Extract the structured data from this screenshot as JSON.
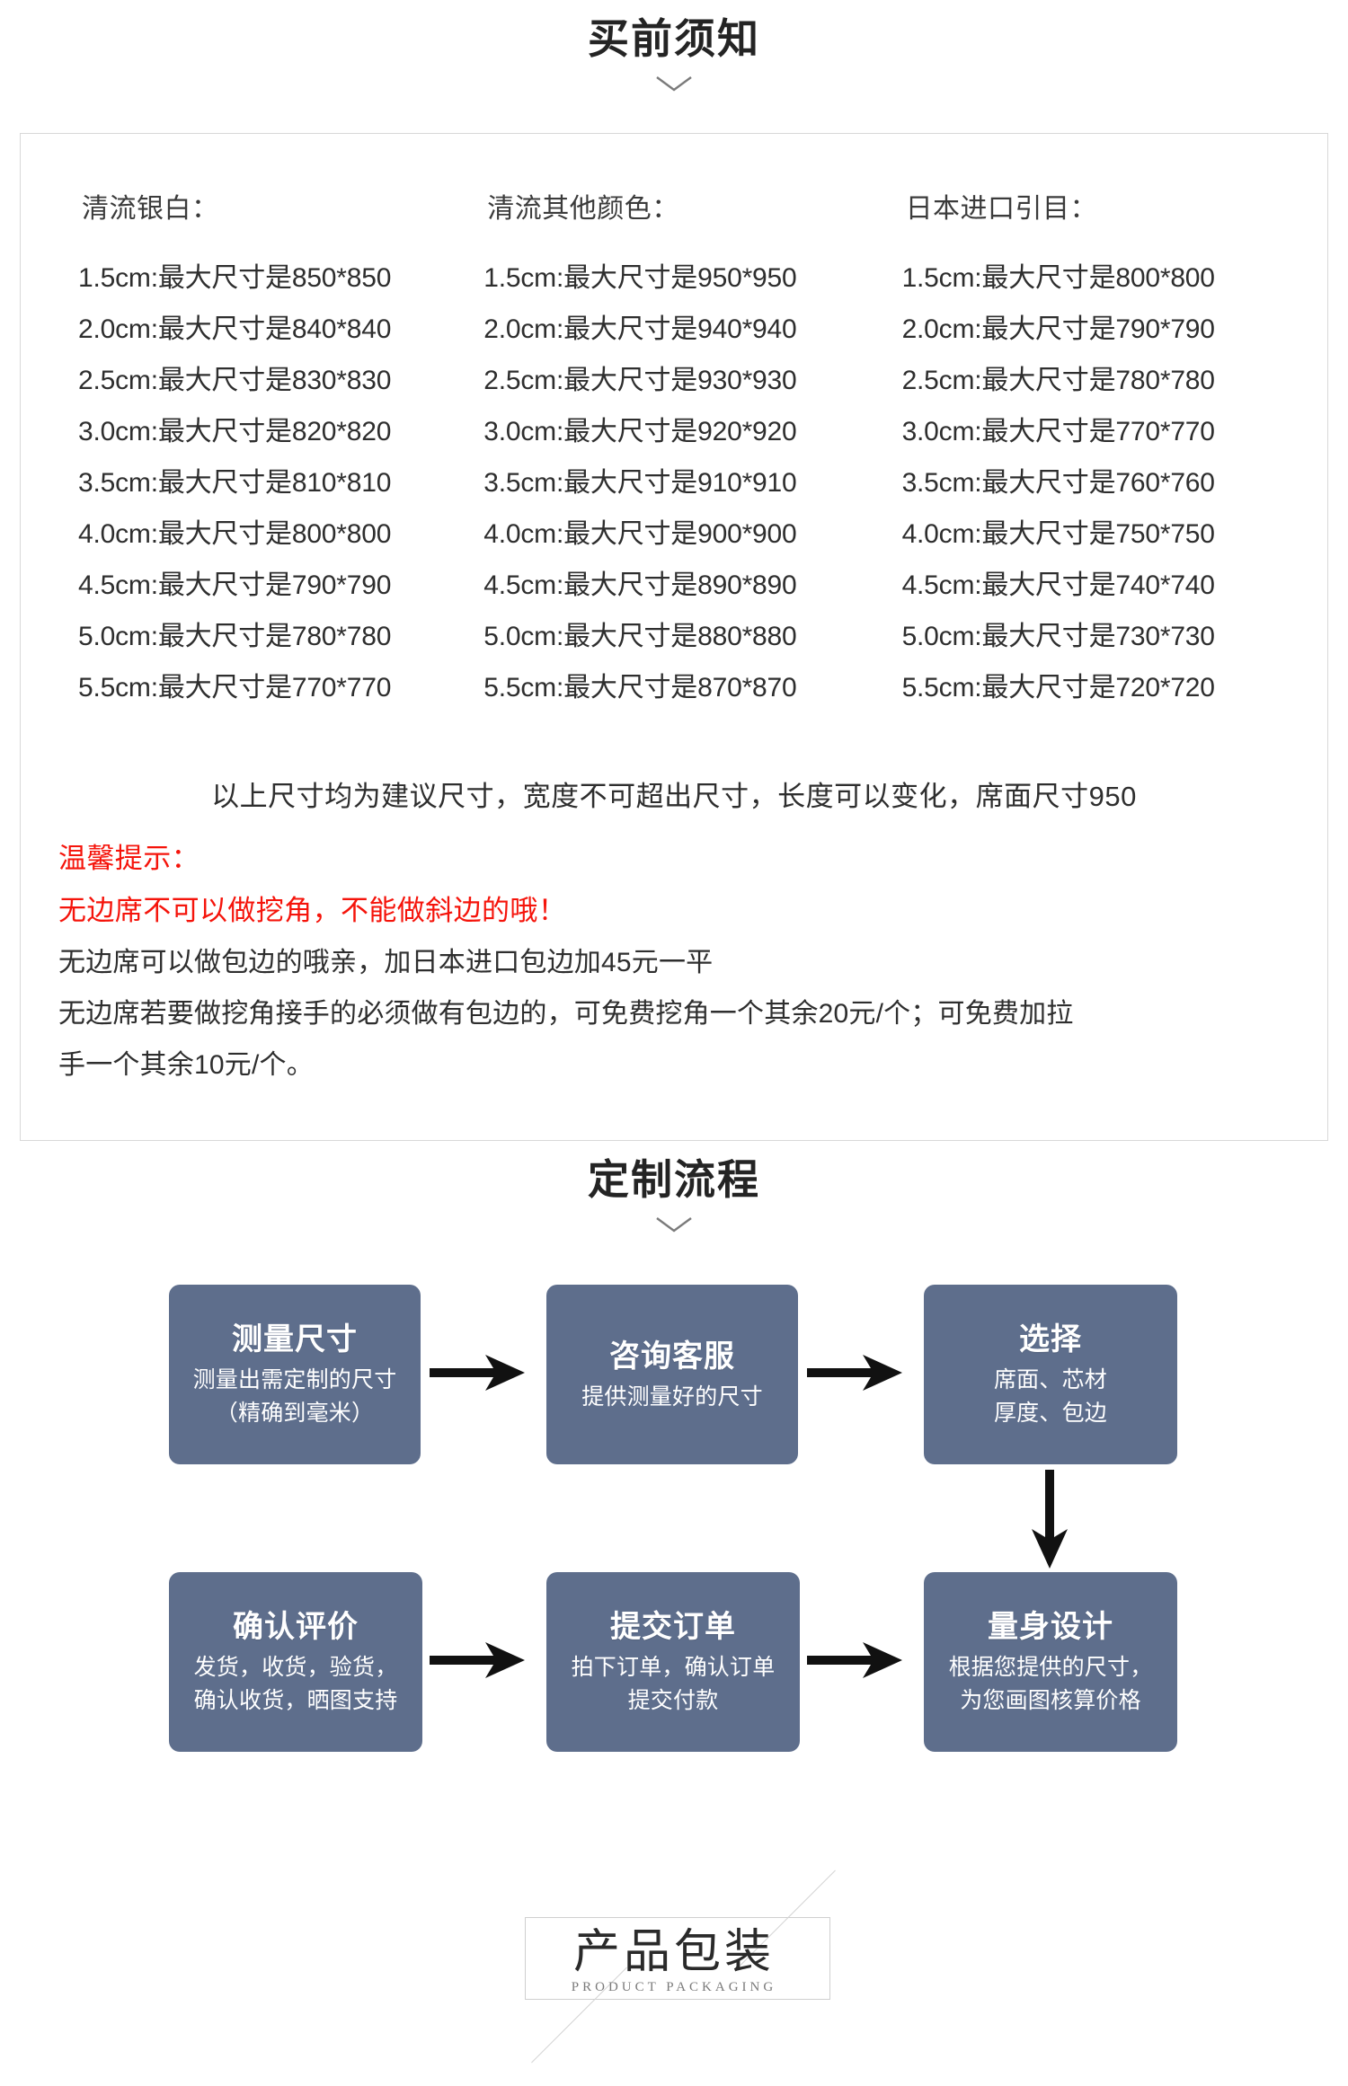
{
  "notice": {
    "title": "买前须知",
    "chevron_icon": "chevron-down-icon",
    "columns": [
      {
        "header": "清流银白：",
        "rows": [
          "1.5cm:最大尺寸是850*850",
          "2.0cm:最大尺寸是840*840",
          "2.5cm:最大尺寸是830*830",
          "3.0cm:最大尺寸是820*820",
          "3.5cm:最大尺寸是810*810",
          "4.0cm:最大尺寸是800*800",
          "4.5cm:最大尺寸是790*790",
          "5.0cm:最大尺寸是780*780",
          "5.5cm:最大尺寸是770*770"
        ]
      },
      {
        "header": "清流其他颜色：",
        "rows": [
          "1.5cm:最大尺寸是950*950",
          "2.0cm:最大尺寸是940*940",
          "2.5cm:最大尺寸是930*930",
          "3.0cm:最大尺寸是920*920",
          "3.5cm:最大尺寸是910*910",
          "4.0cm:最大尺寸是900*900",
          "4.5cm:最大尺寸是890*890",
          "5.0cm:最大尺寸是880*880",
          "5.5cm:最大尺寸是870*870"
        ]
      },
      {
        "header": "日本进口引目：",
        "rows": [
          "1.5cm:最大尺寸是800*800",
          "2.0cm:最大尺寸是790*790",
          "2.5cm:最大尺寸是780*780",
          "3.0cm:最大尺寸是770*770",
          "3.5cm:最大尺寸是760*760",
          "4.0cm:最大尺寸是750*750",
          "4.5cm:最大尺寸是740*740",
          "5.0cm:最大尺寸是730*730",
          "5.5cm:最大尺寸是720*720"
        ]
      }
    ],
    "advice_line": "以上尺寸均为建议尺寸，宽度不可超出尺寸，长度可以变化，席面尺寸950",
    "tips": {
      "heading": "温馨提示：",
      "warning": "无边席不可以做挖角，不能做斜边的哦！",
      "line1": "无边席可以做包边的哦亲，加日本进口包边加45元一平",
      "line2": "无边席若要做挖角接手的必须做有包边的，可免费挖角一个其余20元/个；可免费加拉",
      "line3": "手一个其余10元/个。"
    },
    "colors": {
      "warning_red": "#f5140b",
      "border": "#d8d8d8",
      "text": "#2e2e2e"
    }
  },
  "flow": {
    "title": "定制流程",
    "chevron_icon": "chevron-down-icon",
    "box_color": "#5e6e8c",
    "steps": [
      {
        "id": "measure",
        "title": "测量尺寸",
        "lines": [
          "测量出需定制的尺寸",
          "（精确到毫米）"
        ]
      },
      {
        "id": "consult",
        "title": "咨询客服",
        "lines": [
          "提供测量好的尺寸"
        ]
      },
      {
        "id": "choose",
        "title": "选择",
        "lines": [
          "席面、芯材",
          "厚度、包边"
        ]
      },
      {
        "id": "review",
        "title": "确认评价",
        "lines": [
          "发货，收货，验货，",
          "确认收货，晒图支持"
        ]
      },
      {
        "id": "submit",
        "title": "提交订单",
        "lines": [
          "拍下订单，确认订单",
          "提交付款"
        ]
      },
      {
        "id": "design",
        "title": "量身设计",
        "lines": [
          "根据您提供的尺寸，",
          "为您画图核算价格"
        ]
      }
    ],
    "arrows": [
      "arrow-right-icon",
      "arrow-right-icon",
      "arrow-down-icon",
      "arrow-right-icon",
      "arrow-right-icon"
    ]
  },
  "packaging": {
    "title_cn": "产品包装",
    "title_en": "PRODUCT PACKAGING"
  }
}
